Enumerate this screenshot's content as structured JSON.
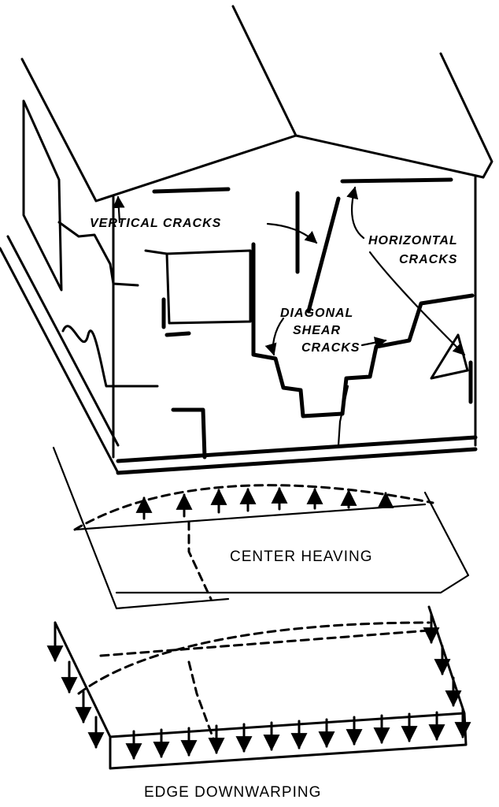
{
  "labels": {
    "vertical_cracks": "VERTICAL CRACKS",
    "horizontal_1": "HORIZONTAL",
    "horizontal_2": "CRACKS",
    "diagonal_1": "DIAGONAL",
    "diagonal_2": "SHEAR",
    "diagonal_3": "CRACKS",
    "center_heaving": "CENTER HEAVING",
    "edge_downwarping": "EDGE DOWNWARPING"
  },
  "colors": {
    "ink": "#000000",
    "paper": "#ffffff"
  }
}
